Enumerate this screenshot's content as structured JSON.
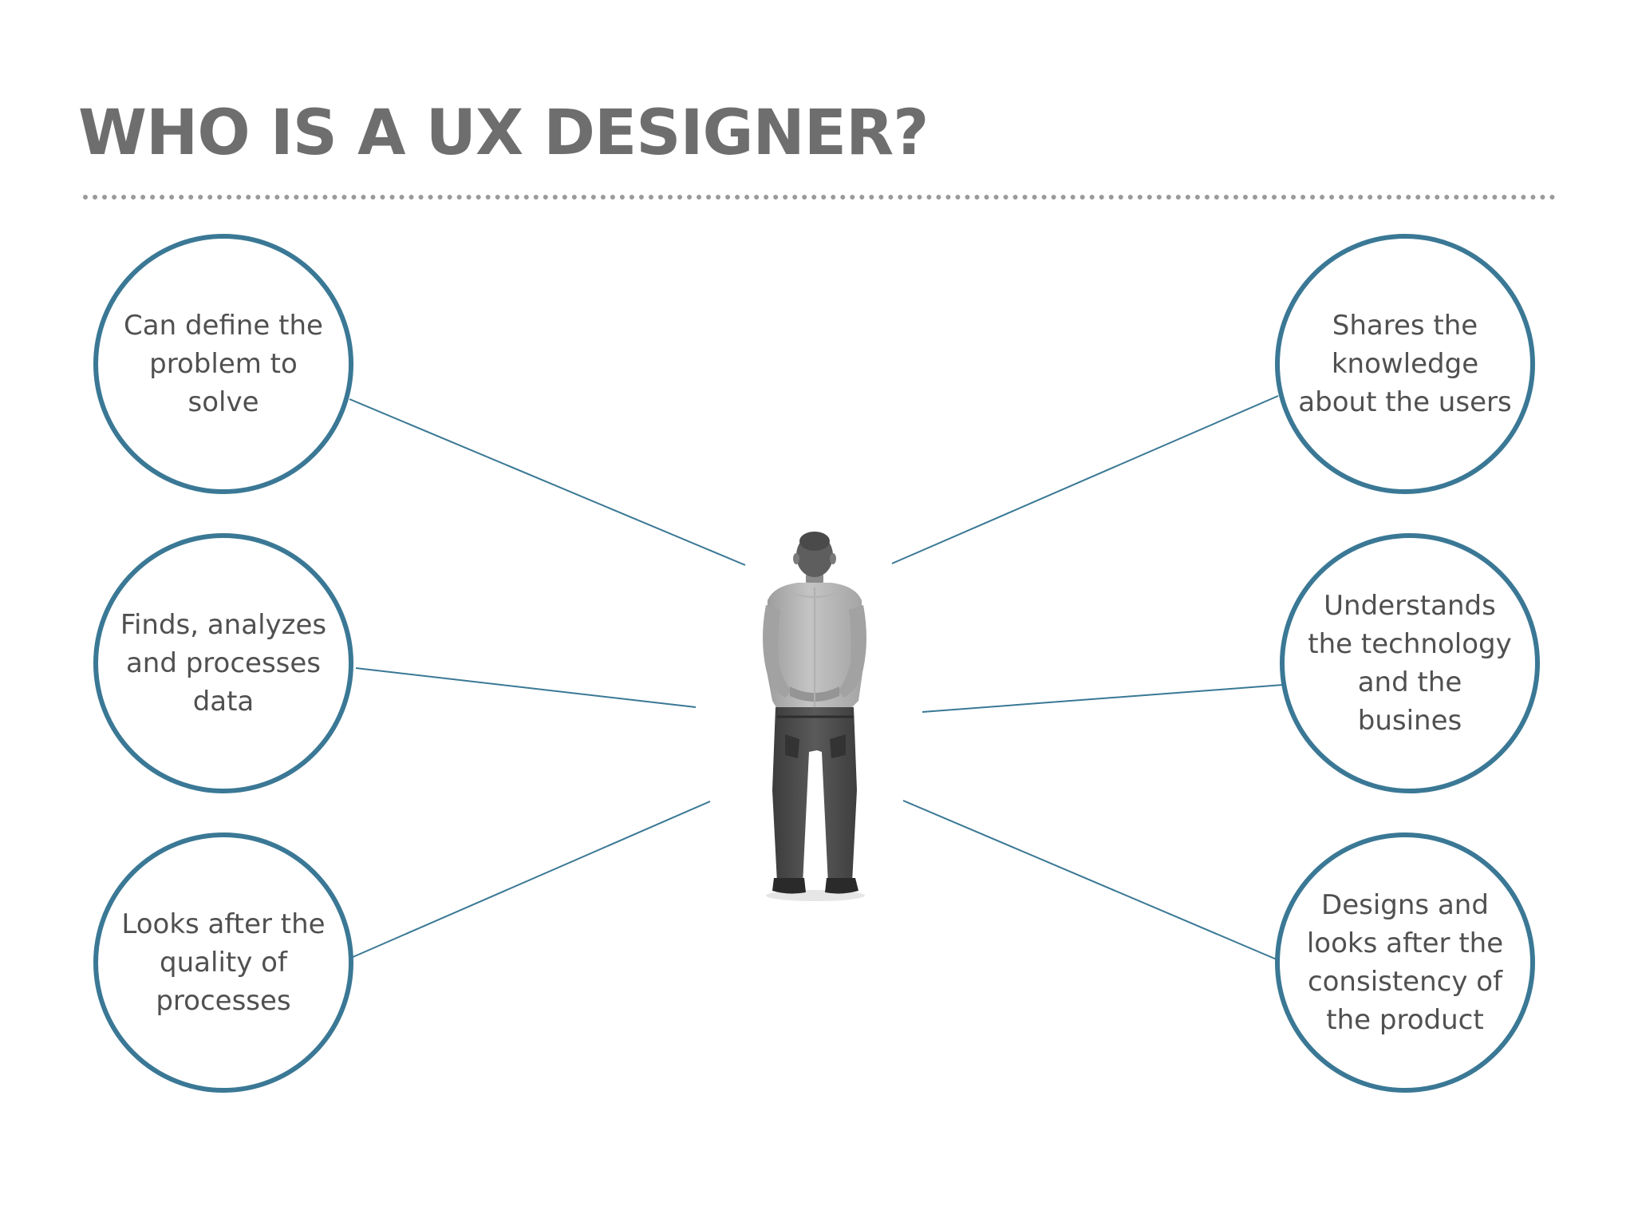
{
  "title": "WHO IS A UX DESIGNER?",
  "colors": {
    "accent": "#3a7895",
    "title": "#6e6e6e",
    "text": "#505050"
  },
  "figure": {
    "icon": "standing-man-back-view"
  },
  "bubbles": {
    "define_problem": "Can define the\nproblem to\nsolve",
    "analyze_data": "Finds, analyzes\nand processes\ndata",
    "quality_processes": "Looks after the\nquality of\nprocesses",
    "share_knowledge": "Shares the\nknowledge\nabout the users",
    "technology_business": "Understands\nthe technology\nand the\nbusines",
    "design_consistency": "Designs and\nlooks after the\nconsistency of\nthe product"
  }
}
